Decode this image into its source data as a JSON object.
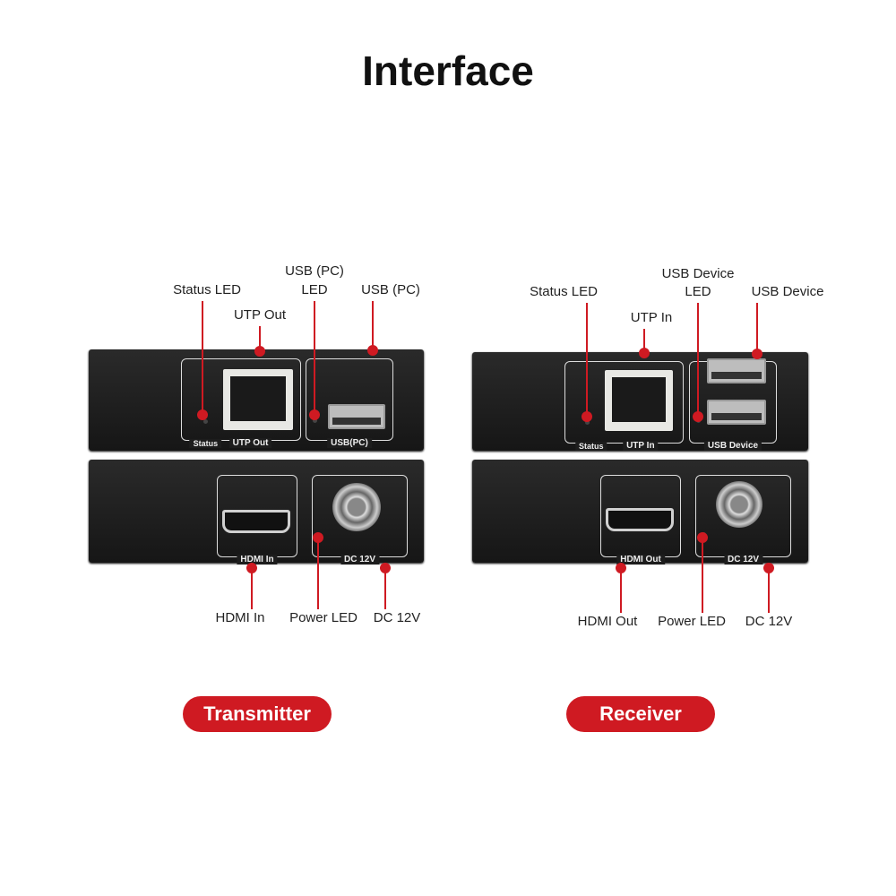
{
  "title": "Interface",
  "accent": "#cf1a22",
  "transmitter": {
    "name": "Transmitter",
    "callouts": {
      "status_led": "Status LED",
      "utp_out": "UTP Out",
      "usb_pc_led_1": "USB (PC)",
      "usb_pc_led_2": "LED",
      "usb_pc": "USB (PC)",
      "hdmi_in": "HDMI In",
      "power_led": "Power LED",
      "dc": "DC 12V"
    },
    "panel_labels": {
      "status": "Status",
      "utp": "UTP Out",
      "usb": "USB(PC)",
      "hdmi": "HDMI In",
      "dc": "DC 12V"
    }
  },
  "receiver": {
    "name": "Receiver",
    "callouts": {
      "status_led": "Status LED",
      "utp_in": "UTP In",
      "usb_dev_led_1": "USB Device",
      "usb_dev_led_2": "LED",
      "usb_device": "USB Device",
      "hdmi_out": "HDMI Out",
      "power_led": "Power LED",
      "dc": "DC 12V"
    },
    "panel_labels": {
      "status": "Status",
      "utp": "UTP In",
      "usb": "USB  Device",
      "hdmi": "HDMI Out",
      "dc": "DC 12V"
    }
  }
}
